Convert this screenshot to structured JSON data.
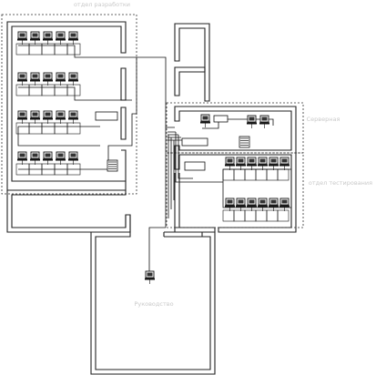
{
  "zones": {
    "dev": "отдел разработки",
    "servers": "Серверная",
    "test": "отдел тестирования"
  },
  "rooms": {
    "management": "Руководство"
  }
}
